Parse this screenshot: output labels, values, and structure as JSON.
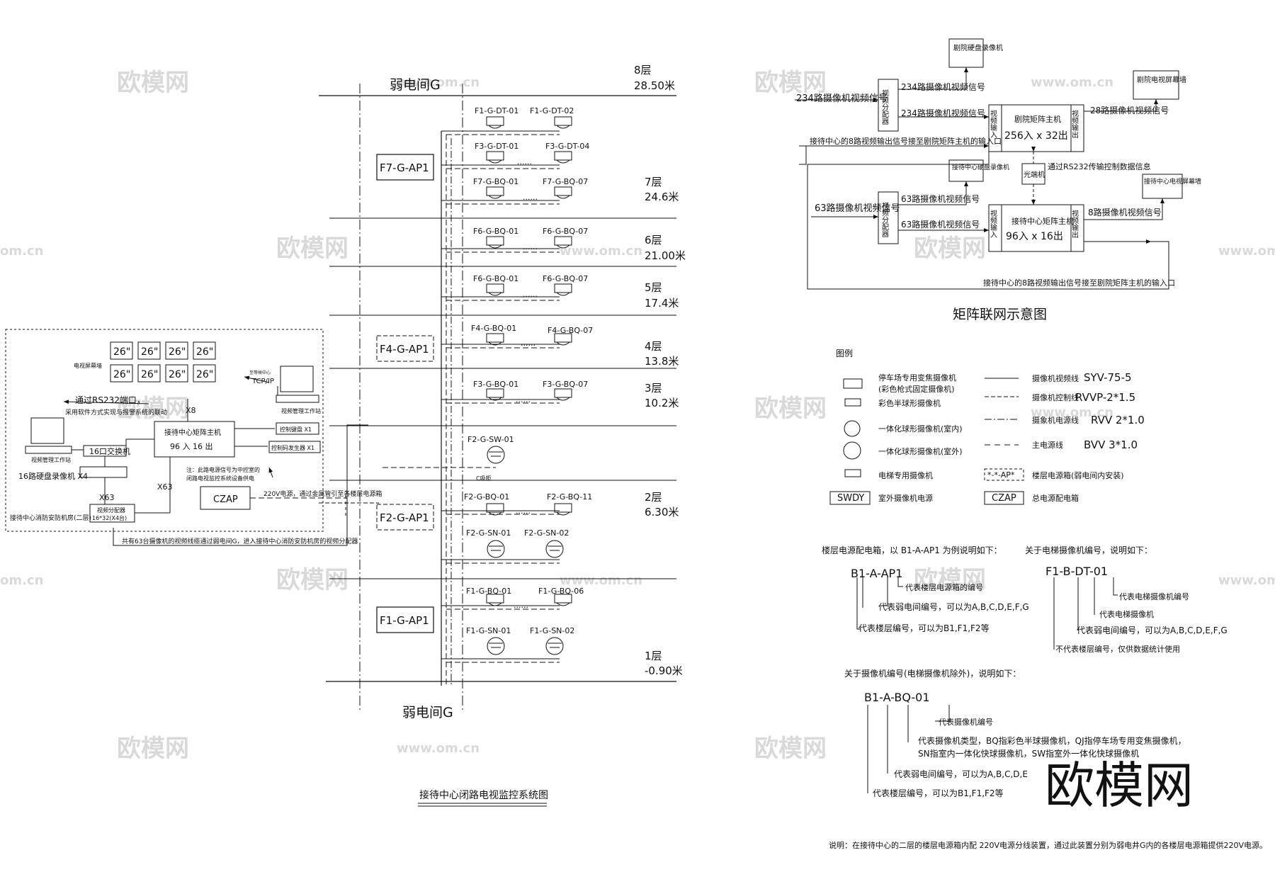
{
  "watermark": {
    "brand": "欧模网",
    "url": "www.om.cn",
    "url_short": "om.cn",
    "logo": "欧模网"
  },
  "cctv": {
    "title": "接待中心闭路电视监控系统图",
    "shaft_top": "弱电间G",
    "shaft_bottom": "弱电间G",
    "floors": [
      {
        "name": "8层",
        "elev": "28.50米"
      },
      {
        "name": "7层",
        "elev": "24.6米"
      },
      {
        "name": "6层",
        "elev": "21.00米"
      },
      {
        "name": "5层",
        "elev": "17.4米"
      },
      {
        "name": "4层",
        "elev": "13.8米"
      },
      {
        "name": "3层",
        "elev": "10.2米"
      },
      {
        "name": "2层",
        "elev": "6.30米"
      },
      {
        "name": "1层",
        "elev": "-0.90米"
      }
    ],
    "panels": [
      "F7-G-AP1",
      "F4-G-AP1",
      "F2-G-AP1",
      "F1-G-AP1"
    ],
    "camera_rows": [
      {
        "a": "F1-G-DT-01",
        "b": "F1-G-DT-02",
        "dots": ""
      },
      {
        "a": "F3-G-DT-01",
        "b": "F3-G-DT-04",
        "dots": "......"
      },
      {
        "a": "F7-G-BQ-01",
        "b": "F7-G-BQ-07",
        "dots": "......"
      },
      {
        "a": "F6-G-BQ-01",
        "b": "F6-G-BQ-07",
        "dots": "......"
      },
      {
        "a": "F6-G-BQ-01",
        "b": "F6-G-BQ-07",
        "dots": "......"
      },
      {
        "a": "F4-G-BQ-01",
        "b": "F4-G-BQ-07",
        "dots": "......"
      },
      {
        "a": "F3-G-BQ-01",
        "b": "F3-G-BQ-07",
        "dots": "......"
      },
      {
        "a": "F2-G-BQ-01",
        "b": "F2-G-BQ-11",
        "dots": "......"
      },
      {
        "a": "F2-G-SN-01",
        "b": "F2-G-SN-02",
        "dots": ""
      },
      {
        "a": "F1-G-BQ-01",
        "b": "F1-G-BQ-06",
        "dots": "......"
      },
      {
        "a": "F1-G-SN-01",
        "b": "F1-G-SN-02",
        "dots": ""
      }
    ],
    "sw_camera": "F2-G-SW-01",
    "tv_wall_label": "电视屏幕墙",
    "monitor_size": "26\"",
    "rs232_note": "通过RS232端口，",
    "linkage_note": "采用软件方式实现与报警系统的联动",
    "tcpip_top": "至等候中心",
    "tcpip": "TCP/IP",
    "workstation_right": "视频管理工作站",
    "x8": "X8",
    "matrix_host": {
      "line1": "接待中心矩阵主机",
      "line2": "96  入  16  出"
    },
    "keyboard": "控制键盘 X1",
    "code_gen": "控制码发生器 X1",
    "workstation_left": "视频管理工作站",
    "switch": "16口交换机",
    "recorder": "16路硬盘录像机 X4",
    "x63a": "X63",
    "x63b": "X63",
    "power_note_1": "注：此路电源信号为中控室的",
    "power_note_2": "闭路电视监控系统设备供电",
    "czap": "CZAP",
    "power_line": "220V电源，通过金属管引至各楼层电源箱",
    "distributor": {
      "line1": "视频分配器",
      "line2": "16*32(X4台)"
    },
    "room": "接待中心消防安防机房(二层)",
    "bottom_note": "共有63台摄像机的视频线缆通过弱电间G，进入接待中心消防安防机房的视频分配器",
    "small_tag": "C吸柜"
  },
  "matrix_net": {
    "title": "矩阵联网示意图",
    "top_recorder": "剧院硬盘录像机",
    "top_wall": "剧院电视屏幕墙",
    "in_234": "234路摄像机视频信号",
    "out_234a": "234路摄像机视频信号",
    "out_234b": "234路摄像机视频信号",
    "splitter": "视频分配器",
    "video_in": "视频输入",
    "video_out": "视频输出",
    "theatre_host": {
      "line1": "剧院矩阵主机",
      "line2": "256入  x  32出"
    },
    "out_28": "28路摄像机视频信号",
    "feedback_top": "接待中心的8路视频输出信号接至剧院矩阵主机的输入口",
    "fiber": "光端机",
    "rs232": "通过RS232传输控制数据信息",
    "recv_recorder": "接待中心硬盘录像机",
    "in_63": "63路摄像机视频信号",
    "out_63a": "63路摄像机视频信号",
    "out_63b": "63路摄像机视频信号",
    "recv_host": {
      "line1": "接待中心矩阵主机",
      "line2": "96入  x  16出"
    },
    "out_8": "8路摄像机视频信号",
    "recv_wall": "接待中心电视屏幕墙",
    "feedback_bottom": "接待中心的8路视频输出信号接至剧院矩阵主机的输入口"
  },
  "legend": {
    "title": "图例",
    "items": [
      {
        "symbol": "停车场专用变焦摄像机",
        "sub": "(彩色枪式固定摄像机)"
      },
      {
        "symbol": "彩色半球形摄像机",
        "sub": ""
      },
      {
        "symbol": "一体化球形摄像机(室内)",
        "sub": ""
      },
      {
        "symbol": "一体化球形摄像机(室外)",
        "sub": ""
      },
      {
        "symbol": "电梯专用摄像机",
        "sub": ""
      }
    ],
    "lines": [
      {
        "name": "摄像机视频线",
        "spec": "SYV-75-5"
      },
      {
        "name": "摄像机控制线",
        "spec": "RVVP-2*1.5"
      },
      {
        "name": "摄象机电源线",
        "spec": "RVV 2*1.0"
      },
      {
        "name": "主电源线",
        "spec": "BVV 3*1.0"
      }
    ],
    "panel_symbol": "*-*-AP*",
    "panel_desc": "楼层电源箱(弱电间内安装)",
    "swdy": "SWDY",
    "swdy_desc": "室外摄像机电源",
    "czap": "CZAP",
    "czap_desc": "总电源配电箱"
  },
  "naming": {
    "ap_intro": "楼层电源配电箱，以 B1-A-AP1 为例说明如下：",
    "ap_code": "B1-A-AP1",
    "ap_1": "代表楼层电源箱的编号",
    "ap_2": "代表弱电间编号，可以为A,B,C,D,E,F,G",
    "ap_3": "代表楼层编号，可以为B1,F1,F2等",
    "dt_intro": "关于电梯摄像机编号，说明如下：",
    "dt_code": "F1-B-DT-01",
    "dt_1": "代表电梯摄像机编号",
    "dt_2": "代表电梯摄像机",
    "dt_3": "代表弱电间编号，可以为A,B,C,D,E,F,G",
    "dt_4": "不代表楼层编号，仅供数据统计使用",
    "cam_intro": "关于摄像机编号(电梯摄像机除外)，说明如下：",
    "cam_code": "B1-A-BQ-01",
    "cam_1": "代表摄像机编号",
    "cam_2a": "代表摄像机类型，BQ指彩色半球摄像机，QJ指停车场专用变焦摄像机，",
    "cam_2b": "SN指室内一体化快球摄像机，SW指室外一体化快球摄像机",
    "cam_3": "代表弱电间编号，可以为A,B,C,D,E",
    "cam_4": "代表楼层编号，可以为B1,F1,F2等",
    "note": "说明：在接待中心的二层的楼层电源箱内配  220V电源分线装置，通过此装置分别为弱电井G内的各楼层电源箱提供220V电源。"
  }
}
